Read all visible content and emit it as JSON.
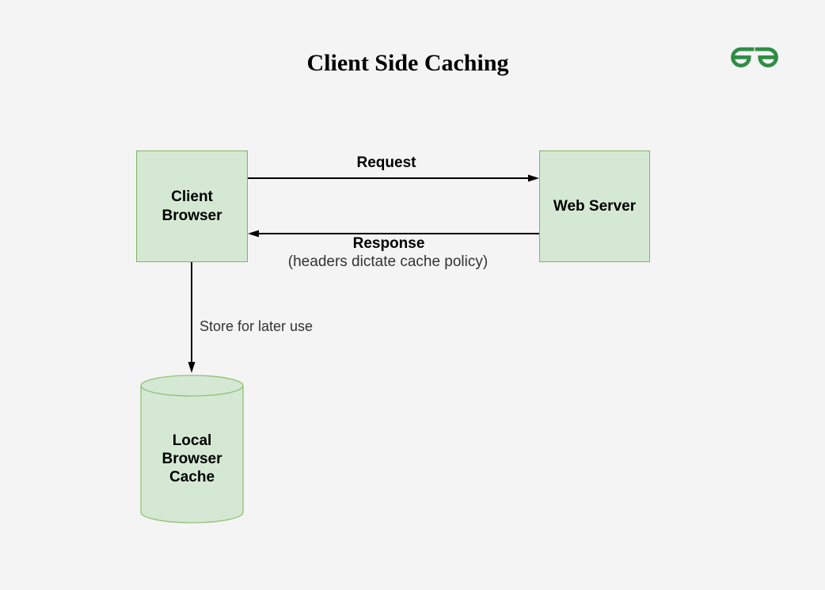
{
  "title": "Client Side Caching",
  "nodes": {
    "client": {
      "lines": [
        "Client",
        "Browser"
      ]
    },
    "server": {
      "label": "Web Server"
    },
    "cache": {
      "lines": [
        "Local",
        "Browser",
        "Cache"
      ]
    }
  },
  "edges": {
    "request": {
      "label": "Request"
    },
    "response": {
      "label": "Response",
      "note": "(headers dictate cache policy)"
    },
    "store": {
      "label": "Store for later use"
    }
  },
  "icons": {
    "logo": "geeksforgeeks-logo"
  },
  "colors": {
    "background": "#f4f4f4",
    "node-fill": "#d5e8d4",
    "node-border": "#82b366",
    "cylinder-border": "#94c178",
    "brand-green": "#2f8d46",
    "connector": "#000000",
    "muted-text": "#333333"
  }
}
